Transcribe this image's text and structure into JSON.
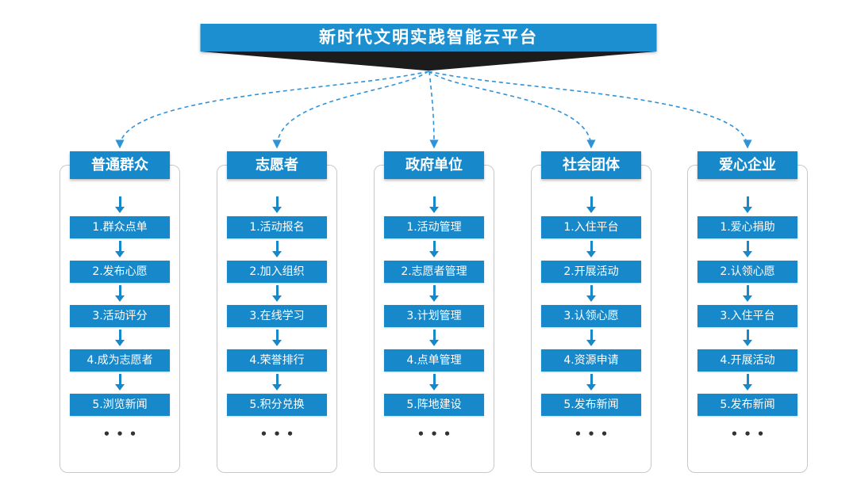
{
  "title": "新时代文明实践智能云平台",
  "ellipsis": "•••",
  "colors": {
    "primary": "#1789cb",
    "banner": "#1b8fd0",
    "funnel": "#1c1c1c",
    "connector": "#2e93d8",
    "container_border": "#c9c9c9"
  },
  "columns": [
    {
      "header": "普通群众",
      "items": [
        "1.群众点单",
        "2.发布心愿",
        "3.活动评分",
        "4.成为志愿者",
        "5.浏览新闻"
      ]
    },
    {
      "header": "志愿者",
      "items": [
        "1.活动报名",
        "2.加入组织",
        "3.在线学习",
        "4.荣誉排行",
        "5.积分兑换"
      ]
    },
    {
      "header": "政府单位",
      "items": [
        "1.活动管理",
        "2.志愿者管理",
        "3.计划管理",
        "4.点单管理",
        "5.阵地建设"
      ]
    },
    {
      "header": "社会团体",
      "items": [
        "1.入住平台",
        "2.开展活动",
        "3.认领心愿",
        "4.资源申请",
        "5.发布新闻"
      ]
    },
    {
      "header": "爱心企业",
      "items": [
        "1.爱心捐助",
        "2.认领心愿",
        "3.入住平台",
        "4.开展活动",
        "5.发布新闻"
      ]
    }
  ]
}
